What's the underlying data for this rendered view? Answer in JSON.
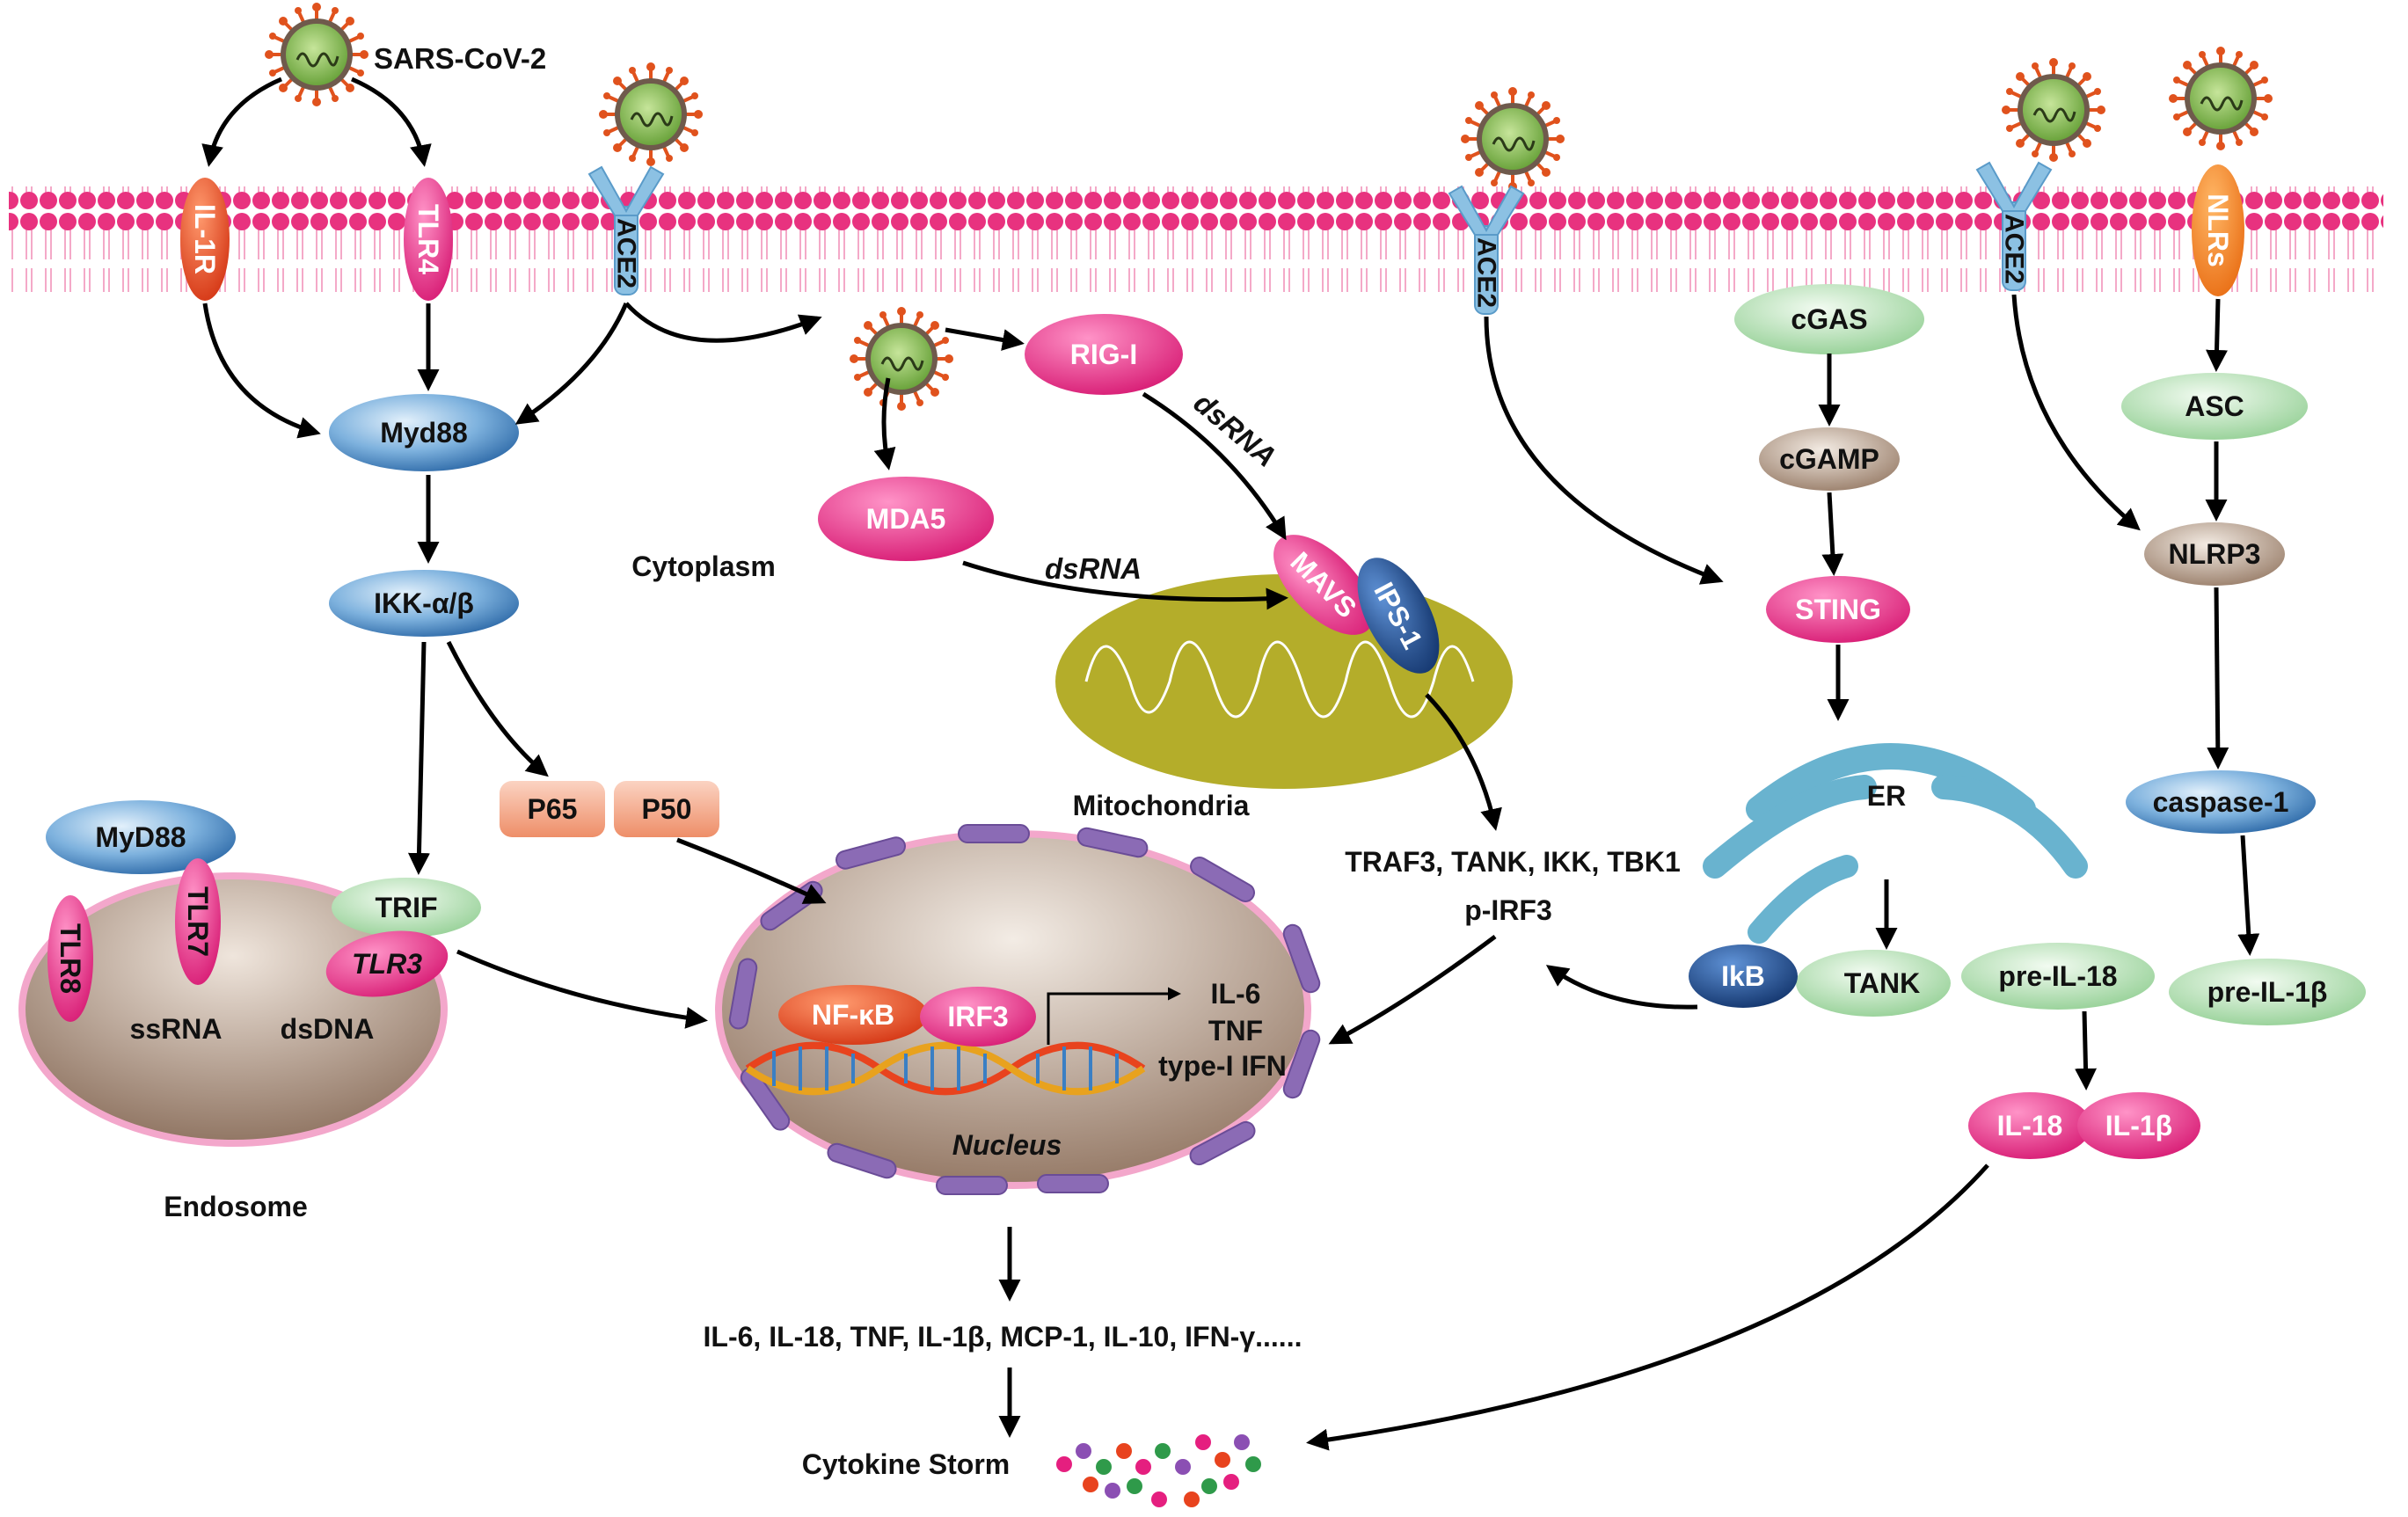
{
  "virus_label": "SARS-CoV-2",
  "receptors": {
    "il1r": "IL-1R",
    "tlr4": "TLR4",
    "ace2": "ACE2",
    "nlrs": "NLRs"
  },
  "left_pathway": {
    "myd88": "Myd88",
    "ikk": "IKK-α/β",
    "p65": "P65",
    "p50": "P50"
  },
  "endosome": {
    "label": "Endosome",
    "myd88": "MyD88",
    "tlr7": "TLR7",
    "tlr8": "TLR8",
    "tlr3": "TLR3",
    "trif": "TRIF",
    "ssrna": "ssRNA",
    "dsdna": "dsDNA"
  },
  "cytoplasm_label": "Cytoplasm",
  "rig_pathway": {
    "rigi": "RIG-I",
    "mda5": "MDA5",
    "dsrna_1": "dsRNA",
    "dsrna_2": "dsRNA",
    "mavs": "MAVS",
    "ips1": "IPS-1",
    "mitochondria": "Mitochondria",
    "traf": "TRAF3, TANK, IKK, TBK1",
    "pirf3": "p-IRF3"
  },
  "nucleus": {
    "label": "Nucleus",
    "nfkb": "NF-κB",
    "irf3": "IRF3",
    "genes": [
      "IL-6",
      "TNF",
      "type-I IFN"
    ]
  },
  "sting_pathway": {
    "cgas": "cGAS",
    "cgamp": "cGAMP",
    "sting": "STING",
    "er": "ER",
    "ikb": "IkB",
    "tank": "TANK"
  },
  "inflammasome": {
    "asc": "ASC",
    "nlrp3": "NLRP3",
    "caspase": "caspase-1",
    "pre_il18": "pre-IL-18",
    "pre_il1b": "pre-IL-1β",
    "il18": "IL-18",
    "il1b": "IL-1β"
  },
  "output": {
    "cytokines": "IL-6, IL-18, TNF, IL-1β, MCP-1, IL-10, IFN-γ......",
    "storm": "Cytokine Storm"
  },
  "colors": {
    "membrane": "#e8327f",
    "pink": "#e51f7f",
    "blue": "#5b97cf",
    "green": "#a6d9a6",
    "tan": "#a98f7c",
    "mito": "#b4ad2a",
    "er": "#69b3cf",
    "nucleus": "#a58b78",
    "orange_red": "#e8431e",
    "orange": "#f07a1a",
    "salmon": "#f3a585",
    "dark_blue": "#1d4e93"
  }
}
